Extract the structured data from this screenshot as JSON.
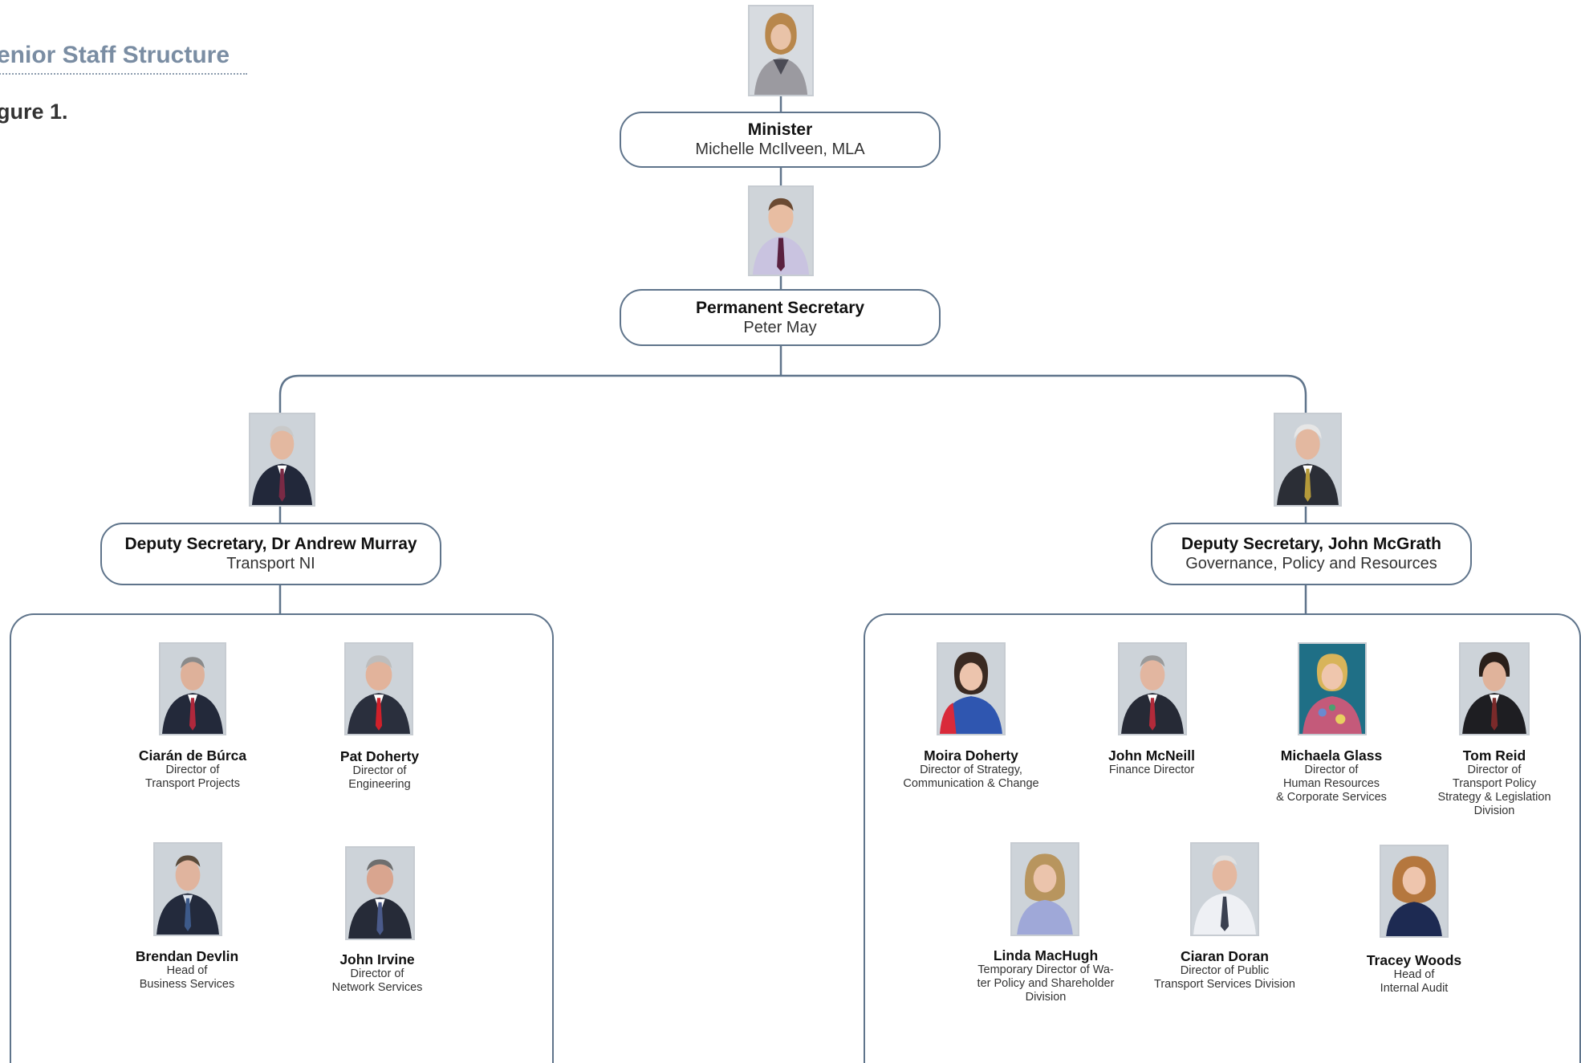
{
  "header": {
    "heading": "enior Staff Structure",
    "figure_label": "gure 1."
  },
  "colors": {
    "connector": "#5f748b",
    "heading": "#7a8da3",
    "photo_border": "#c7ccd2"
  },
  "minister": {
    "title": "Minister",
    "name": "Michelle McIlveen, MLA"
  },
  "permanent_secretary": {
    "title": "Permanent Secretary",
    "name": "Peter May"
  },
  "deputy_left": {
    "title": "Deputy Secretary, Dr Andrew Murray",
    "unit": "Transport NI"
  },
  "deputy_right": {
    "title": "Deputy Secretary, John McGrath",
    "unit": "Governance, Policy and Resources"
  },
  "transport_ni_staff": [
    {
      "name": "Ciarán de Búrca",
      "role": "Director of\nTransport Projects"
    },
    {
      "name": "Pat Doherty",
      "role": "Director of\nEngineering"
    },
    {
      "name": "Brendan Devlin",
      "role": "Head of\nBusiness Services"
    },
    {
      "name": "John Irvine",
      "role": "Director of\nNetwork Services"
    }
  ],
  "gpr_staff": [
    {
      "name": "Moira Doherty",
      "role": "Director of Strategy,\nCommunication & Change"
    },
    {
      "name": "John McNeill",
      "role": "Finance Director"
    },
    {
      "name": "Michaela Glass",
      "role": "Director of\nHuman Resources\n& Corporate Services"
    },
    {
      "name": "Tom Reid",
      "role": "Director of\nTransport Policy\nStrategy & Legislation\nDivision"
    },
    {
      "name": "Linda MacHugh",
      "role": "Temporary Director of Wa-\nter Policy and Shareholder\nDivision"
    },
    {
      "name": "Ciaran Doran",
      "role": "Director of Public\nTransport Services Division"
    },
    {
      "name": "Tracey Woods",
      "role": "Head of\nInternal Audit"
    }
  ]
}
